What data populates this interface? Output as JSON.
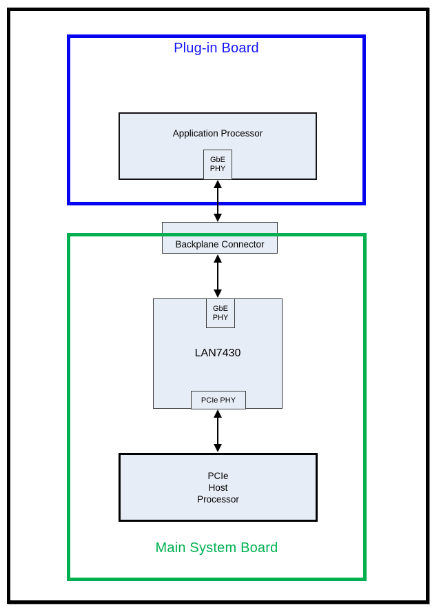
{
  "diagram": {
    "plugin_board": {
      "title": "Plug-in Board",
      "accent_color": "#1414ff",
      "application_processor": {
        "label": "Application Processor",
        "gbe_phy": {
          "line1": "GbE",
          "line2": "PHY"
        }
      }
    },
    "backplane_connector": {
      "label": "Backplane Connector"
    },
    "main_board": {
      "title": "Main System Board",
      "accent_color": "#00b050",
      "lan7430": {
        "label": "LAN7430",
        "gbe_phy": {
          "line1": "GbE",
          "line2": "PHY"
        },
        "pcie_phy": {
          "label": "PCIe PHY"
        }
      },
      "host_processor": {
        "line1": "PCIe",
        "line2": "Host",
        "line3": "Processor"
      }
    },
    "colors": {
      "node_fill": "#e7edf6",
      "frame": "#000000",
      "blue_outline": "#0404f0",
      "green_outline": "#00b050"
    }
  }
}
